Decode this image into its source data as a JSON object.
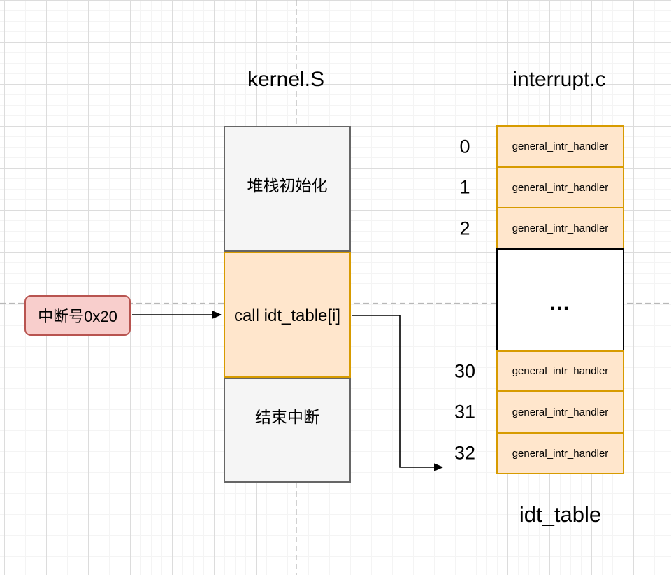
{
  "titles": {
    "left_file": "kernel.S",
    "right_file": "interrupt.c",
    "table_caption": "idt_table"
  },
  "badge": {
    "label": "中断号0x20"
  },
  "kernel_blocks": [
    {
      "label": "堆栈初始化"
    },
    {
      "label": "call idt_table[i]"
    },
    {
      "label": "结束中断"
    }
  ],
  "idt": {
    "rows": [
      {
        "index": "0",
        "label": "general_intr_handler"
      },
      {
        "index": "1",
        "label": "general_intr_handler"
      },
      {
        "index": "2",
        "label": "general_intr_handler"
      },
      {
        "index": "",
        "label": "…"
      },
      {
        "index": "30",
        "label": "general_intr_handler"
      },
      {
        "index": "31",
        "label": "general_intr_handler"
      },
      {
        "index": "32",
        "label": "general_intr_handler"
      }
    ]
  },
  "colors": {
    "badge_fill": "#f8cecc",
    "badge_border": "#b85450",
    "highlight_fill": "#ffe6cc",
    "highlight_border": "#d79b00",
    "plain_fill": "#f5f5f5",
    "plain_border": "#666666",
    "guide_line": "#b8b8b8",
    "connector": "#000000"
  }
}
